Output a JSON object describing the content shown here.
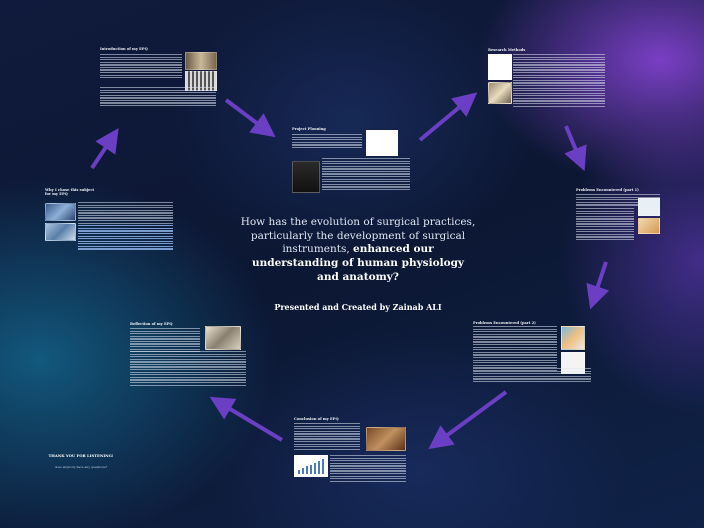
{
  "presentation": {
    "question_part1": "How has the evolution of surgical practices, particularly the development of surgical instruments,",
    "question_part2": "enhanced our understanding of human physiology and anatomy?",
    "credit": "Presented and Created by Zainab ALI"
  },
  "slides": {
    "introduction": "Introduction of my EPQ",
    "why": "Why I chose this subject for my EPQ",
    "project_planning": "Project Planning",
    "research_methods": "Research Methods",
    "problems_1": "Problems Encountered (part 1)",
    "problems_2": "Problems Encountered (part 2)",
    "reflection": "Reflection of my EPQ",
    "conclusion": "Conclusion of my EPQ"
  },
  "closing": {
    "thanks": "THANK YOU FOR LISTENING!",
    "questions": "does anybody have any questions?"
  },
  "colors": {
    "background": "#0d1a3a",
    "arrow": "#6a3fc4",
    "accent_purple": "#8a46dc"
  }
}
